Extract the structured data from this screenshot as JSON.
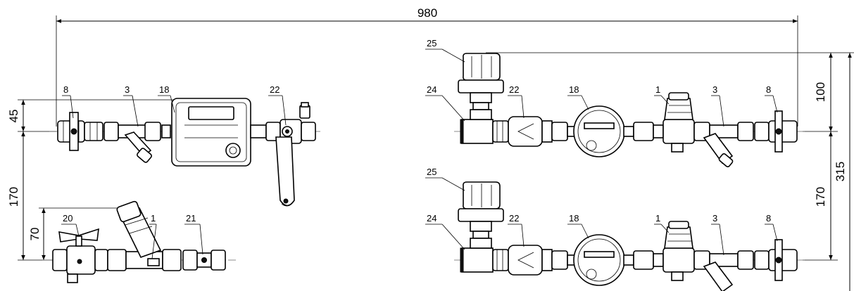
{
  "dimensions": {
    "overall_width": "980",
    "left_top_offset": "45",
    "left_gap": "170",
    "left_bottom_rise": "70",
    "right_top_offset": "100",
    "right_gap": "170",
    "right_total": "315"
  },
  "labels": {
    "lt_valve": "8",
    "lt_filter": "3",
    "lt_meter": "18",
    "lt_shutoff": "22",
    "lb_ballvalve": "20",
    "lb_regulator": "1",
    "lb_valve": "21",
    "rt_cap": "25",
    "rt_tee": "24",
    "rt_check": "22",
    "rt_meter": "18",
    "rt_regulator": "1",
    "rt_filter": "3",
    "rt_valve": "8",
    "rb_cap": "25",
    "rb_tee": "24",
    "rb_check": "22",
    "rb_meter": "18",
    "rb_regulator": "1",
    "rb_filter": "3",
    "rb_valve": "8"
  }
}
